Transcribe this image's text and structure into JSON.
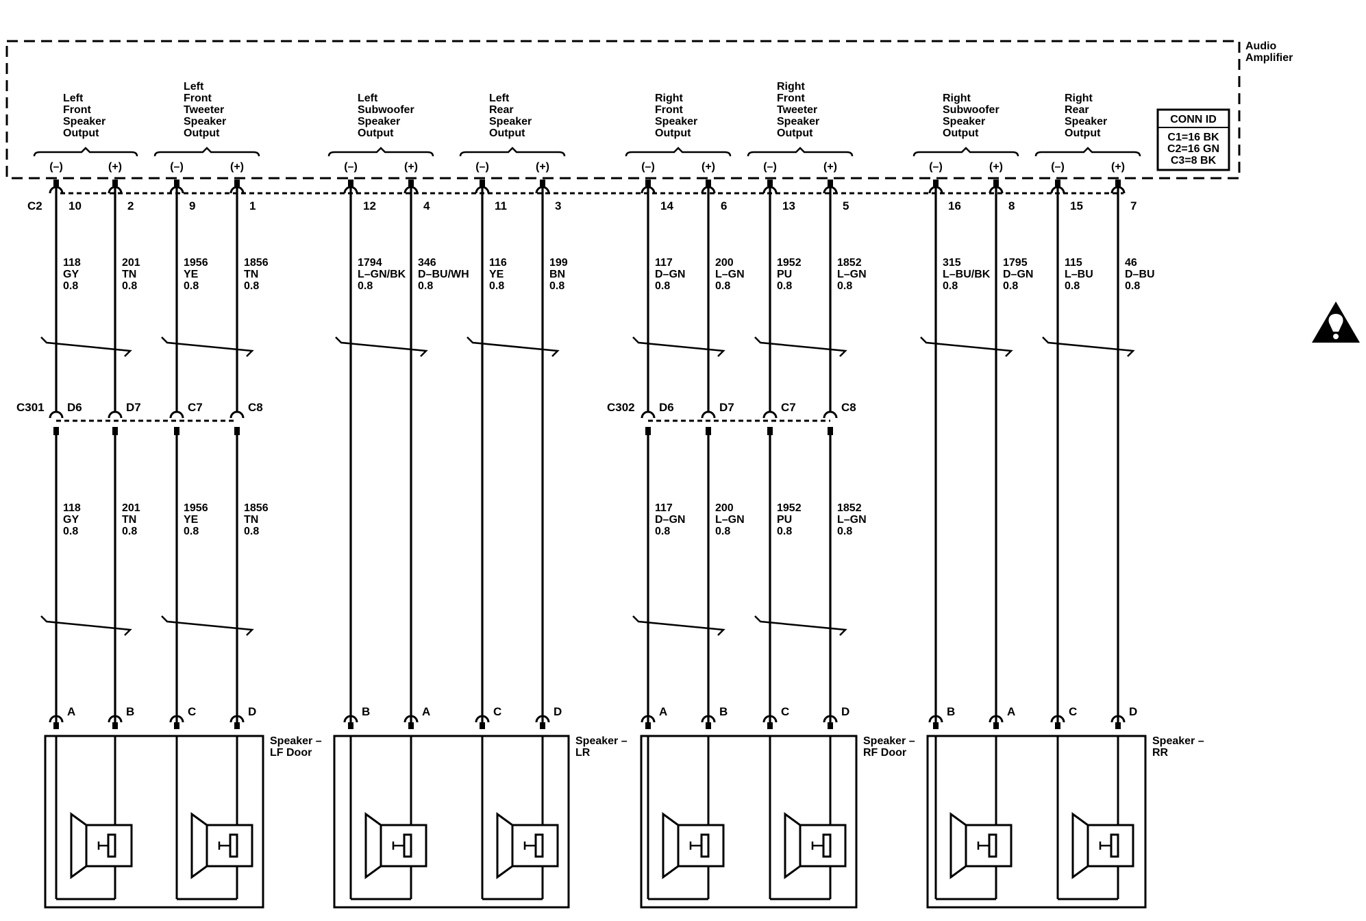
{
  "module": {
    "name_lines": [
      "Audio",
      "Amplifier"
    ]
  },
  "conn_id": {
    "title": "CONN ID",
    "rows": [
      "C1=16 BK",
      "C2=16 GN",
      "C3=8 BK"
    ]
  },
  "amp_connector": "C2",
  "polarity": {
    "neg": "(–)",
    "pos": "(+)"
  },
  "outputs": [
    {
      "lines": [
        "Left",
        "Front",
        "Speaker",
        "Output"
      ]
    },
    {
      "lines": [
        "Left",
        "Front",
        "Tweeter",
        "Speaker",
        "Output"
      ]
    },
    {
      "lines": [
        "Left",
        "Subwoofer",
        "Speaker",
        "Output"
      ]
    },
    {
      "lines": [
        "Left",
        "Rear",
        "Speaker",
        "Output"
      ]
    },
    {
      "lines": [
        "Right",
        "Front",
        "Speaker",
        "Output"
      ]
    },
    {
      "lines": [
        "Right",
        "Front",
        "Tweeter",
        "Speaker",
        "Output"
      ]
    },
    {
      "lines": [
        "Right",
        "Subwoofer",
        "Speaker",
        "Output"
      ]
    },
    {
      "lines": [
        "Right",
        "Rear",
        "Speaker",
        "Output"
      ]
    }
  ],
  "wires": [
    {
      "pin": "10",
      "circuit": "118",
      "color": "GY",
      "gauge": "0.8",
      "inline": {
        "name": "C301",
        "pin": "D6"
      },
      "lower": {
        "circuit": "118",
        "color": "GY",
        "gauge": "0.8"
      },
      "spk_pin": "A"
    },
    {
      "pin": "2",
      "circuit": "201",
      "color": "TN",
      "gauge": "0.8",
      "inline": {
        "name": "",
        "pin": "D7"
      },
      "lower": {
        "circuit": "201",
        "color": "TN",
        "gauge": "0.8"
      },
      "spk_pin": "B"
    },
    {
      "pin": "9",
      "circuit": "1956",
      "color": "YE",
      "gauge": "0.8",
      "inline": {
        "name": "",
        "pin": "C7"
      },
      "lower": {
        "circuit": "1956",
        "color": "YE",
        "gauge": "0.8"
      },
      "spk_pin": "C"
    },
    {
      "pin": "1",
      "circuit": "1856",
      "color": "TN",
      "gauge": "0.8",
      "inline": {
        "name": "",
        "pin": "C8"
      },
      "lower": {
        "circuit": "1856",
        "color": "TN",
        "gauge": "0.8"
      },
      "spk_pin": "D"
    },
    {
      "pin": "12",
      "circuit": "1794",
      "color": "L–GN/BK",
      "gauge": "0.8",
      "spk_pin": "B"
    },
    {
      "pin": "4",
      "circuit": "346",
      "color": "D–BU/WH",
      "gauge": "0.8",
      "spk_pin": "A"
    },
    {
      "pin": "11",
      "circuit": "116",
      "color": "YE",
      "gauge": "0.8",
      "spk_pin": "C"
    },
    {
      "pin": "3",
      "circuit": "199",
      "color": "BN",
      "gauge": "0.8",
      "spk_pin": "D"
    },
    {
      "pin": "14",
      "circuit": "117",
      "color": "D–GN",
      "gauge": "0.8",
      "inline": {
        "name": "C302",
        "pin": "D6"
      },
      "lower": {
        "circuit": "117",
        "color": "D–GN",
        "gauge": "0.8"
      },
      "spk_pin": "A"
    },
    {
      "pin": "6",
      "circuit": "200",
      "color": "L–GN",
      "gauge": "0.8",
      "inline": {
        "name": "",
        "pin": "D7"
      },
      "lower": {
        "circuit": "200",
        "color": "L–GN",
        "gauge": "0.8"
      },
      "spk_pin": "B"
    },
    {
      "pin": "13",
      "circuit": "1952",
      "color": "PU",
      "gauge": "0.8",
      "inline": {
        "name": "",
        "pin": "C7"
      },
      "lower": {
        "circuit": "1952",
        "color": "PU",
        "gauge": "0.8"
      },
      "spk_pin": "C"
    },
    {
      "pin": "5",
      "circuit": "1852",
      "color": "L–GN",
      "gauge": "0.8",
      "inline": {
        "name": "",
        "pin": "C8"
      },
      "lower": {
        "circuit": "1852",
        "color": "L–GN",
        "gauge": "0.8"
      },
      "spk_pin": "D"
    },
    {
      "pin": "16",
      "circuit": "315",
      "color": "L–BU/BK",
      "gauge": "0.8",
      "spk_pin": "B"
    },
    {
      "pin": "8",
      "circuit": "1795",
      "color": "D–GN",
      "gauge": "0.8",
      "spk_pin": "A"
    },
    {
      "pin": "15",
      "circuit": "115",
      "color": "L–BU",
      "gauge": "0.8",
      "spk_pin": "C"
    },
    {
      "pin": "7",
      "circuit": "46",
      "color": "D–BU",
      "gauge": "0.8",
      "spk_pin": "D"
    }
  ],
  "speakers": [
    {
      "lines": [
        "Speaker –",
        "LF Door"
      ]
    },
    {
      "lines": [
        "Speaker –",
        "LR"
      ]
    },
    {
      "lines": [
        "Speaker –",
        "RF Door"
      ]
    },
    {
      "lines": [
        "Speaker –",
        "RR"
      ]
    }
  ],
  "icons": {
    "warning": "warning-icon"
  }
}
